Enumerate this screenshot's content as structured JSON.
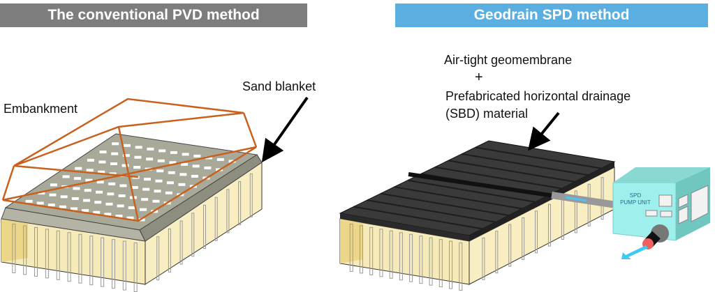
{
  "left_panel": {
    "title": "The conventional PVD method",
    "labels": {
      "embankment": "Embankment",
      "sand_blanket": "Sand blanket"
    }
  },
  "right_panel": {
    "title": "Geodrain SPD method",
    "labels": {
      "membrane": "Air-tight geomembrane",
      "plus": "+",
      "drainage_line1": "Prefabricated horizontal drainage",
      "drainage_line2": "(SBD) material"
    },
    "pump_unit": {
      "line1": "SPD",
      "line2": "PUMP UNIT"
    }
  },
  "colors": {
    "left_header": "#7d7d7d",
    "right_header": "#5aafe0",
    "embankment": "#c8601e",
    "soil": "#f6ebb8",
    "sand": "#a9a99a",
    "membrane": "#3a3a3a",
    "pump": "#9ff0ec"
  }
}
